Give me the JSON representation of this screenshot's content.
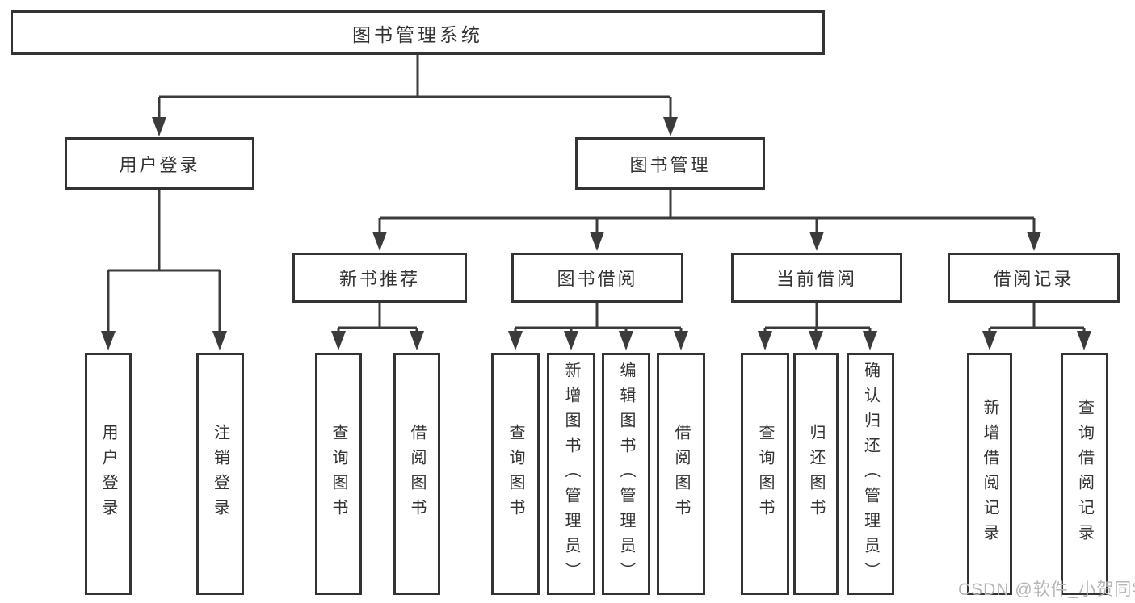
{
  "diagram": {
    "root": "图书管理系统",
    "branches": [
      {
        "label": "用户登录",
        "children": [
          {
            "label": "用户登录"
          },
          {
            "label": "注销登录"
          }
        ]
      },
      {
        "label": "图书管理",
        "groups": [
          {
            "label": "新书推荐",
            "children": [
              {
                "label": "查询图书"
              },
              {
                "label": "借阅图书"
              }
            ]
          },
          {
            "label": "图书借阅",
            "children": [
              {
                "label": "查询图书"
              },
              {
                "label": "新增图书（管理员）"
              },
              {
                "label": "编辑图书（管理员）"
              },
              {
                "label": "借阅图书"
              }
            ]
          },
          {
            "label": "当前借阅",
            "children": [
              {
                "label": "查询图书"
              },
              {
                "label": "归还图书"
              },
              {
                "label": "确认归还（管理员）"
              }
            ]
          },
          {
            "label": "借阅记录",
            "children": [
              {
                "label": "新增借阅记录"
              },
              {
                "label": "查询借阅记录"
              }
            ]
          }
        ]
      }
    ]
  },
  "watermark": "CSDN @软件_小贺同学",
  "colors": {
    "line": "#3b3b3b",
    "border": "#333333",
    "text": "#333333",
    "background": "#ffffff",
    "watermark": "#b6b6b6"
  }
}
